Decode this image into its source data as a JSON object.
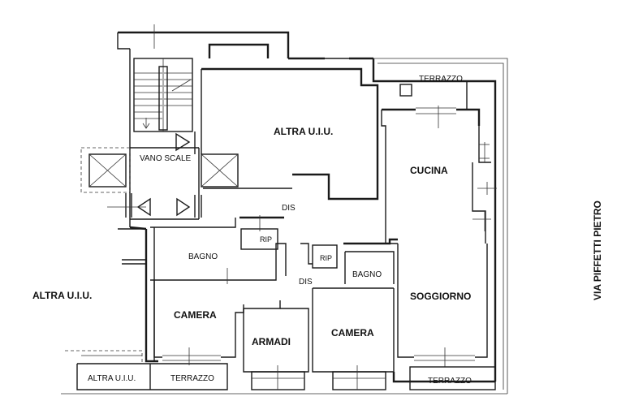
{
  "rooms": {
    "altra_uiu_top": "ALTRA U.I.U.",
    "altra_uiu_left": "ALTRA U.I.U.",
    "altra_uiu_bottom": "ALTRA U.I.U.",
    "terrazzo_top": "TERRAZZO",
    "terrazzo_bottom_left": "TERRAZZO",
    "terrazzo_bottom_right": "TERRAZZO",
    "vano_scale": "VANO SCALE",
    "cucina": "CUCINA",
    "dis_upper": "DIS",
    "dis_lower": "DIS",
    "rip_upper": "RIP",
    "rip_lower": "RIP",
    "bagno_left": "BAGNO",
    "bagno_right": "BAGNO",
    "camera_left": "CAMERA",
    "camera_right": "CAMERA",
    "armadi": "ARMADI",
    "soggiorno": "SOGGIORNO"
  },
  "street": "VIA PIFFETTI PIETRO"
}
